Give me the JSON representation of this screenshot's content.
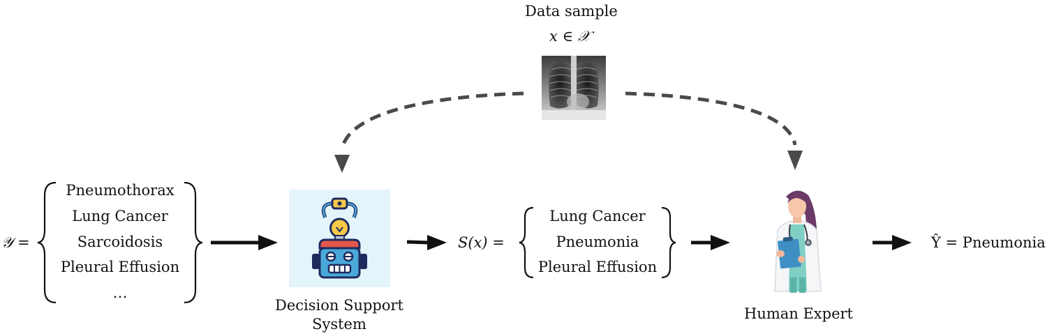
{
  "data_sample": {
    "title": "Data sample",
    "formula": "x ∈ 𝒳"
  },
  "label_space": {
    "symbol": "𝒴 =",
    "items": [
      "Pneumothorax",
      "Lung Cancer",
      "Sarcoidosis",
      "Pleural Effusion",
      "…"
    ]
  },
  "dss": {
    "label_line1": "Decision Support",
    "label_line2": "System"
  },
  "prediction_set": {
    "symbol": "S(x) =",
    "items": [
      "Lung Cancer",
      "Pneumonia",
      "Pleural Effusion"
    ]
  },
  "expert": {
    "label": "Human Expert"
  },
  "output": {
    "text": "Ŷ = Pneumonia"
  },
  "colors": {
    "arrow": "#111111",
    "dashed": "#4a4a4a",
    "dss_bg": "#e4f4fb",
    "robot_navy": "#1d2a5e",
    "robot_blue": "#4aa8d8",
    "robot_red": "#e2574c",
    "bulb_yellow": "#f7c948",
    "scrubs_teal": "#7fcfc4",
    "clipboard_blue": "#3f8fc4"
  },
  "icons": {
    "xray": "chest-xray-image",
    "robot": "robot-lightbulb-icon",
    "doctor": "doctor-illustration"
  }
}
